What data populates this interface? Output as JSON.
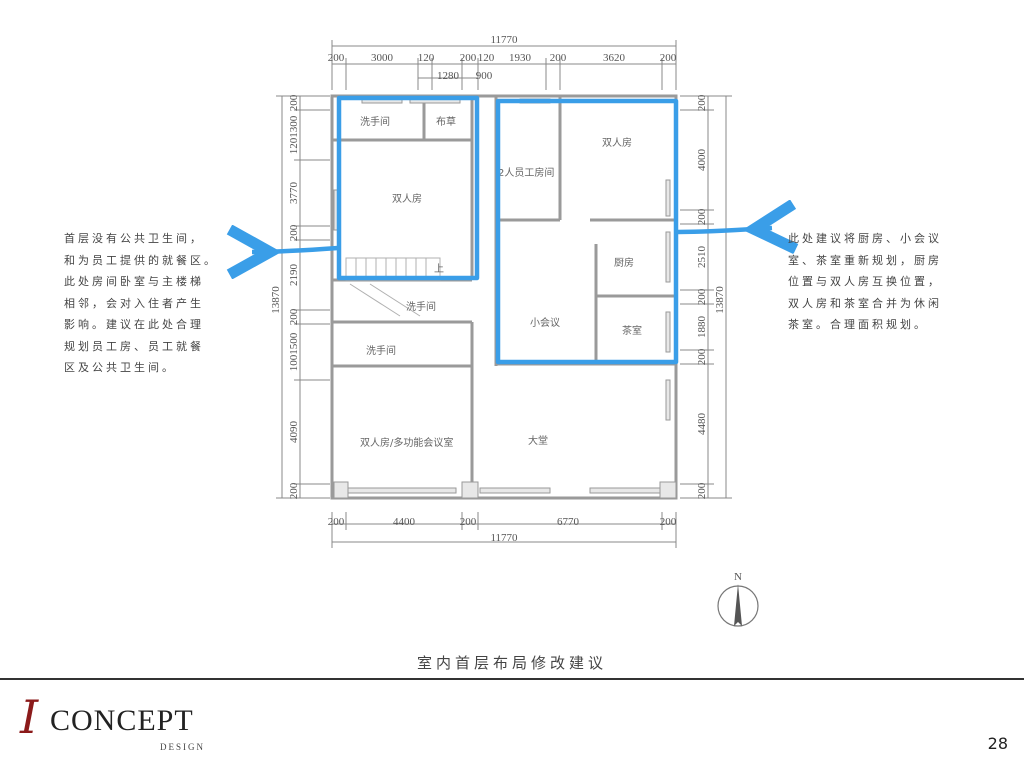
{
  "dimensions": {
    "top_total": "11770",
    "top_row": [
      "200",
      "3000",
      "120",
      "200",
      "120",
      "1930",
      "200",
      "3620",
      "200"
    ],
    "top_sub": [
      "1280",
      "900"
    ],
    "bottom_total": "11770",
    "bottom_row": [
      "200",
      "4400",
      "200",
      "6770",
      "200"
    ],
    "left_total": "13870",
    "left_col": [
      "200",
      "1201300",
      "3770",
      "200",
      "2190",
      "200",
      "1001500",
      "4090",
      "200"
    ],
    "right_total": "13870",
    "right_col": [
      "200",
      "4000",
      "200",
      "2510",
      "200",
      "1880",
      "200",
      "4480",
      "200"
    ]
  },
  "rooms": {
    "washroom_1": "洗手间",
    "linen": "布草",
    "double_room_1": "双人房",
    "staff_room": "2人员工房间",
    "double_room_2": "双人房",
    "kitchen": "厨房",
    "up": "上",
    "washroom_2": "洗手间",
    "meeting": "小会议",
    "tea_room": "茶室",
    "washroom_3": "洗手间",
    "double_multi": "双人房/多功能会议室",
    "lobby": "大堂"
  },
  "compass": {
    "north": "N"
  },
  "notes": {
    "left": "首层没有公共卫生间，\n和为员工提供的就餐区。\n此处房间卧室与主楼梯\n相邻，会对入住者产生\n影响。建议在此处合理\n规划员工房、员工就餐\n区及公共卫生间。",
    "right": "此处建议将厨房、小会议\n室、茶室重新规划，厨房\n位置与双人房互换位置，\n双人房和茶室合并为休闲\n茶室。合理面积规划。"
  },
  "caption": "室内首层布局修改建议",
  "logo": {
    "initial": "I",
    "word": "CONCEPT",
    "sub": "DESIGN"
  },
  "page_number": "28",
  "colors": {
    "highlight": "#3a9ee8",
    "logo_accent": "#8b1a1a"
  }
}
